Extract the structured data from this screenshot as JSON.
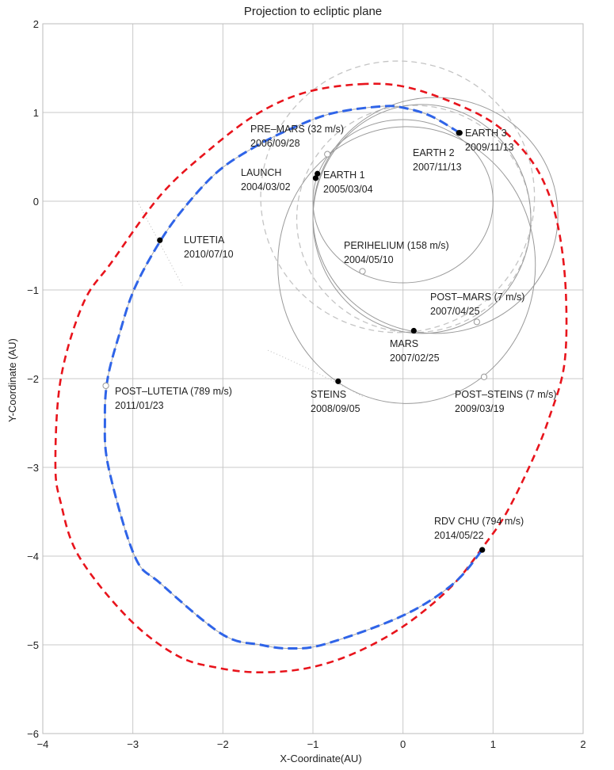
{
  "chart_data": {
    "type": "line",
    "title": "Projection to ecliptic plane",
    "xlabel": "X-Coordinate(AU)",
    "ylabel": "Y-Coordinate (AU)",
    "xlim": [
      -4,
      2
    ],
    "ylim": [
      -6,
      2
    ],
    "grid": true,
    "xticks": [
      -4,
      -3,
      -2,
      -1,
      0,
      1,
      2
    ],
    "yticks": [
      -6,
      -5,
      -4,
      -3,
      -2,
      -1,
      0,
      1,
      2
    ],
    "colors": {
      "comet_orbit": "#e8141c",
      "final_leg": "#2f64e8",
      "orbits": "#9a9a9a",
      "grid": "#c8c8c8",
      "marker": "#000000"
    },
    "series": [
      {
        "name": "Comet orbit (red dashed)",
        "closed": true,
        "points": [
          [
            -0.46,
            1.32
          ],
          [
            0.02,
            1.29
          ],
          [
            0.56,
            1.11
          ],
          [
            1.02,
            0.87
          ],
          [
            1.38,
            0.52
          ],
          [
            1.6,
            0.13
          ],
          [
            1.74,
            -0.38
          ],
          [
            1.81,
            -1.07
          ],
          [
            1.79,
            -1.85
          ],
          [
            1.62,
            -2.45
          ],
          [
            1.44,
            -2.91
          ],
          [
            1.15,
            -3.51
          ],
          [
            0.9,
            -3.88
          ],
          [
            0.54,
            -4.34
          ],
          [
            0.02,
            -4.78
          ],
          [
            -0.53,
            -5.09
          ],
          [
            -1.05,
            -5.26
          ],
          [
            -1.58,
            -5.31
          ],
          [
            -2.05,
            -5.26
          ],
          [
            -2.51,
            -5.12
          ],
          [
            -3.05,
            -4.7
          ],
          [
            -3.6,
            -4.0
          ],
          [
            -3.8,
            -3.4
          ],
          [
            -3.86,
            -2.95
          ],
          [
            -3.8,
            -2.0
          ],
          [
            -3.55,
            -1.15
          ],
          [
            -3.23,
            -0.68
          ],
          [
            -2.69,
            0.07
          ],
          [
            -2.15,
            0.58
          ],
          [
            -1.61,
            0.99
          ],
          [
            -1.07,
            1.23
          ]
        ]
      },
      {
        "name": "Final leg (blue dashed)",
        "closed": false,
        "points": [
          [
            0.63,
            0.77
          ],
          [
            0.31,
            0.96
          ],
          [
            0.02,
            1.05
          ],
          [
            -0.23,
            1.07
          ],
          [
            -0.79,
            0.99
          ],
          [
            -1.26,
            0.81
          ],
          [
            -1.65,
            0.61
          ],
          [
            -2.05,
            0.34
          ],
          [
            -2.41,
            -0.05
          ],
          [
            -2.69,
            -0.44
          ],
          [
            -2.98,
            -0.98
          ],
          [
            -3.15,
            -1.5
          ],
          [
            -3.28,
            -2.0
          ],
          [
            -3.31,
            -2.45
          ],
          [
            -3.27,
            -3.0
          ],
          [
            -2.98,
            -4.0
          ],
          [
            -2.69,
            -4.31
          ],
          [
            -2.01,
            -4.88
          ],
          [
            -1.58,
            -5.0
          ],
          [
            -1.26,
            -5.04
          ],
          [
            -0.86,
            -4.99
          ],
          [
            0.0,
            -4.67
          ],
          [
            0.56,
            -4.31
          ],
          [
            0.88,
            -3.93
          ]
        ]
      }
    ],
    "orbits": [
      {
        "name": "Earth orbit",
        "style": "solid",
        "cx": 0.0,
        "cy": 0.0,
        "rx": 1.0,
        "ry": 0.92
      },
      {
        "name": "Mars orbit",
        "style": "dashed",
        "cx": -0.06,
        "cy": 0.05,
        "rx": 1.52,
        "ry": 1.53
      },
      {
        "name": "Transfer orbit 1",
        "style": "dashed",
        "cx": 0.12,
        "cy": -0.2,
        "rx": 1.3,
        "ry": 1.28
      },
      {
        "name": "Transfer orbit 2",
        "style": "solid",
        "cx": 0.36,
        "cy": -0.16,
        "rx": 1.36,
        "ry": 1.33
      },
      {
        "name": "Transfer orbit 3",
        "style": "solid",
        "cx": 0.21,
        "cy": -0.2,
        "rx": 1.21,
        "ry": 1.29
      },
      {
        "name": "Transfer orbit 4",
        "style": "solid",
        "cx": 0.04,
        "cy": -0.72,
        "rx": 1.43,
        "ry": 1.56
      }
    ],
    "events": [
      {
        "label": "PRE-MARS (32 m/s)",
        "date": "2006/09/28",
        "x": -0.84,
        "y": 0.53,
        "marker": "open"
      },
      {
        "label": "LAUNCH",
        "date": "2004/03/02",
        "x": -0.97,
        "y": 0.26,
        "marker": "filled"
      },
      {
        "label": "EARTH 1",
        "date": "2005/03/04",
        "x": -0.95,
        "y": 0.31,
        "marker": "filled"
      },
      {
        "label": "EARTH 2",
        "date": "2007/11/13",
        "x": 0.62,
        "y": 0.77,
        "marker": "filled"
      },
      {
        "label": "EARTH 3",
        "date": "2009/11/13",
        "x": 0.63,
        "y": 0.77,
        "marker": "filled"
      },
      {
        "label": "LUTETIA",
        "date": "2010/07/10",
        "x": -2.7,
        "y": -0.44,
        "marker": "filled"
      },
      {
        "label": "PERIHELIUM (158 m/s)",
        "date": "2004/05/10",
        "x": -0.45,
        "y": -0.79,
        "marker": "open"
      },
      {
        "label": "POST-MARS (7 m/s)",
        "date": "2007/04/25",
        "x": 0.82,
        "y": -1.36,
        "marker": "open"
      },
      {
        "label": "MARS",
        "date": "2007/02/25",
        "x": 0.12,
        "y": -1.46,
        "marker": "filled"
      },
      {
        "label": "POST-LUTETIA (789 m/s)",
        "date": "2011/01/23",
        "x": -3.3,
        "y": -2.08,
        "marker": "open"
      },
      {
        "label": "STEINS",
        "date": "2008/09/05",
        "x": -0.72,
        "y": -2.03,
        "marker": "filled"
      },
      {
        "label": "POST-STEINS (7 m/s)",
        "date": "2009/03/19",
        "x": 0.9,
        "y": -1.98,
        "marker": "open"
      },
      {
        "label": "RDV CHU (794 m/s)",
        "date": "2014/05/22",
        "x": 0.88,
        "y": -3.93,
        "marker": "filled"
      }
    ]
  }
}
